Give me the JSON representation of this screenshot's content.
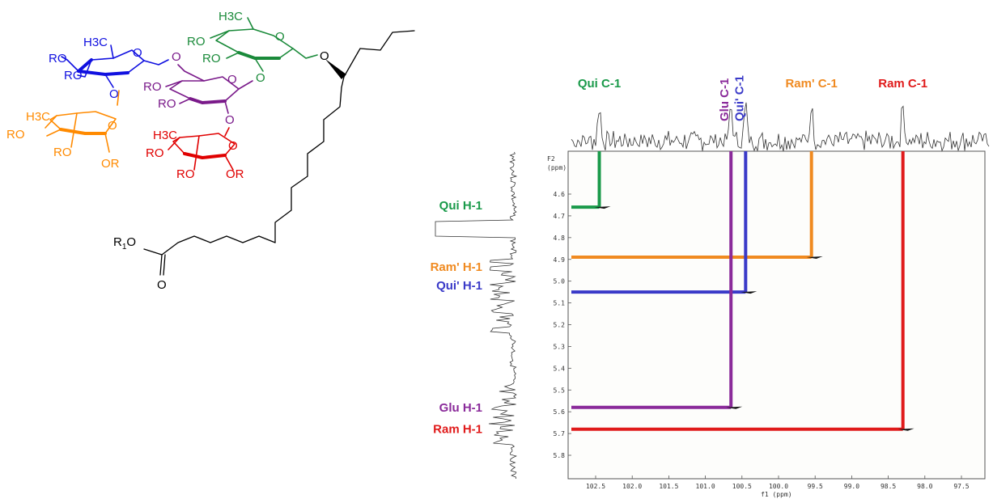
{
  "structure": {
    "groups": [
      {
        "name": "blue-sugar",
        "color": "#1010e0",
        "labels": [
          "RO",
          "RO",
          "H3C"
        ]
      },
      {
        "name": "green-sugar",
        "color": "#1a8a3a",
        "labels": [
          "H3C",
          "RO",
          "RO"
        ]
      },
      {
        "name": "purple-sugar",
        "color": "#7a1a8a",
        "labels": [
          "RO",
          "RO"
        ]
      },
      {
        "name": "orange-sugar",
        "color": "#ff8a00",
        "labels": [
          "H3C",
          "RO",
          "RO",
          "OR"
        ]
      },
      {
        "name": "red-sugar",
        "color": "#e00000",
        "labels": [
          "H3C",
          "RO",
          "RO",
          "OR"
        ]
      }
    ],
    "ester_label": "R1O",
    "carbonyl_label": "O"
  },
  "spectrum": {
    "f2_label": "F2",
    "f2_unit": "(ppm)",
    "f1_label": "f1 (ppm)",
    "f1_ticks": [
      "102.5",
      "102.0",
      "101.5",
      "101.0",
      "100.5",
      "100.0",
      "99.5",
      "99.0",
      "98.5",
      "98.0",
      "97.5"
    ],
    "f2_ticks": [
      "4.6",
      "4.7",
      "4.8",
      "4.9",
      "5.0",
      "5.1",
      "5.2",
      "5.3",
      "5.4",
      "5.5",
      "5.6",
      "5.7",
      "5.8"
    ],
    "carbon_labels": [
      {
        "text": "Qui C-1",
        "color": "#1a9a4a",
        "ppm": 102.45
      },
      {
        "text": "Glu C-1",
        "color": "#8a2a9a",
        "ppm": 100.65
      },
      {
        "text": "Qui' C-1",
        "color": "#3a3ac8",
        "ppm": 100.45
      },
      {
        "text": "Ram' C-1",
        "color": "#f08a20",
        "ppm": 99.55
      },
      {
        "text": "Ram C-1",
        "color": "#e01a1a",
        "ppm": 98.3
      }
    ],
    "proton_labels": [
      {
        "text": "Qui H-1",
        "color": "#1a9a4a",
        "ppm": 4.66
      },
      {
        "text": "Ram' H-1",
        "color": "#f08a20",
        "ppm": 4.89
      },
      {
        "text": "Qui' H-1",
        "color": "#3a3ac8",
        "ppm": 5.05
      },
      {
        "text": "Glu H-1",
        "color": "#8a2a9a",
        "ppm": 5.58
      },
      {
        "text": "Ram H-1",
        "color": "#e01a1a",
        "ppm": 5.68
      }
    ]
  }
}
